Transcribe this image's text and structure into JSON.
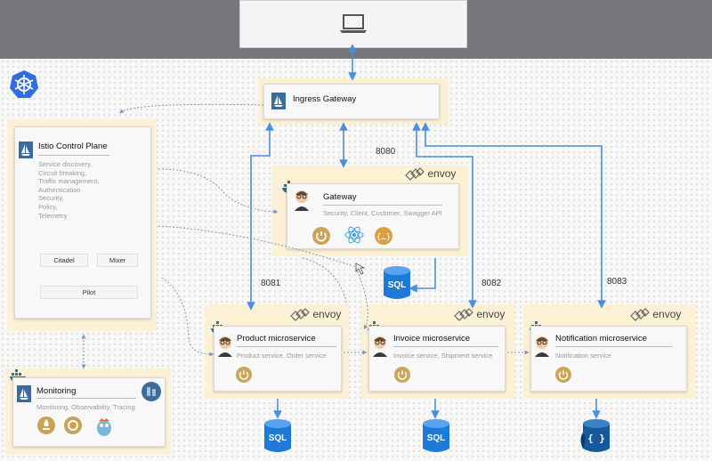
{
  "client": {
    "icon": "laptop-icon"
  },
  "platform": {
    "icon": "kubernetes-icon"
  },
  "ingress": {
    "title": "Ingress Gateway",
    "icon": "istio-icon"
  },
  "control_plane": {
    "title": "Istio Control Plane",
    "capabilities": [
      "Service discovery,",
      "Circuit breaking,",
      "Traffic management,",
      "Authentication",
      "Security,",
      "Policy,",
      "Telemetry"
    ],
    "components": [
      "Citadel",
      "Mixer",
      "Pilot"
    ]
  },
  "gateway": {
    "title": "Gateway",
    "subtitle": "Security, Client, Customer, Swagger API",
    "sidecar": "envoy"
  },
  "product": {
    "title": "Product microservice",
    "subtitle": "Product service, Order service",
    "sidecar": "envoy"
  },
  "invoice": {
    "title": "Invoice microservice",
    "subtitle": "Invoice service, Shipment service",
    "sidecar": "envoy"
  },
  "notification": {
    "title": "Notification microservice",
    "subtitle": "Notification service",
    "sidecar": "envoy"
  },
  "monitoring": {
    "title": "Monitoring",
    "subtitle": "Monitoring, Observability, Tracing"
  },
  "ports": {
    "gateway": "8080",
    "product": "8081",
    "invoice": "8082",
    "notification": "8083"
  },
  "databases": {
    "sql": "SQL",
    "nosql": "{ }"
  },
  "colors": {
    "link": "#4a8fdc",
    "istio": "#3e6a9a",
    "halo": "#fcf1d4",
    "spring": "#caa55a",
    "docker": "#2a6cab",
    "sql_db": "#1e7ad8",
    "nosql_db": "#155a9e"
  }
}
